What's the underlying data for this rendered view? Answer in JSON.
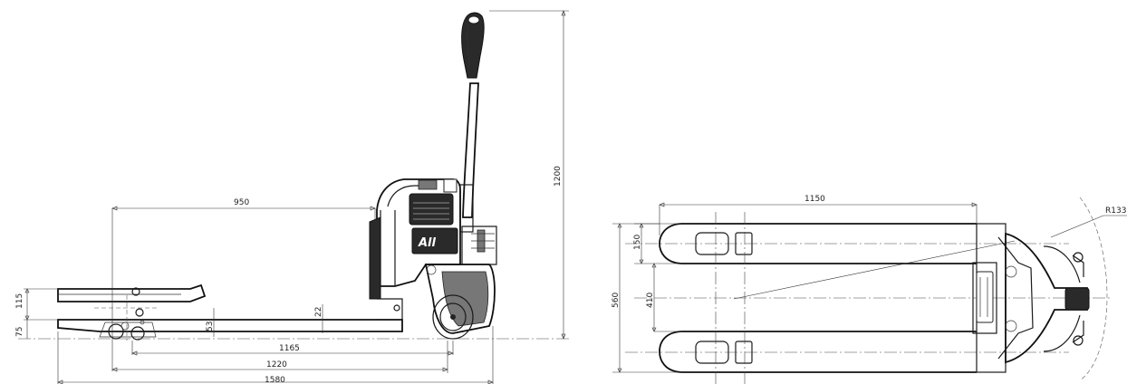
{
  "side_view": {
    "brand": "All",
    "dimensions": {
      "fork_to_mast": "950",
      "overall_height": "1200",
      "lift_height": "115",
      "fork_height": "75",
      "fork_thickness": "53",
      "fork_clearance": "22",
      "wheelbase": "1165",
      "fork_length": "1220",
      "overall_length": "1580"
    }
  },
  "top_view": {
    "dimensions": {
      "fork_length": "1150",
      "fork_width": "150",
      "inner_width": "410",
      "overall_width": "560",
      "turning_radius": "R133"
    }
  }
}
